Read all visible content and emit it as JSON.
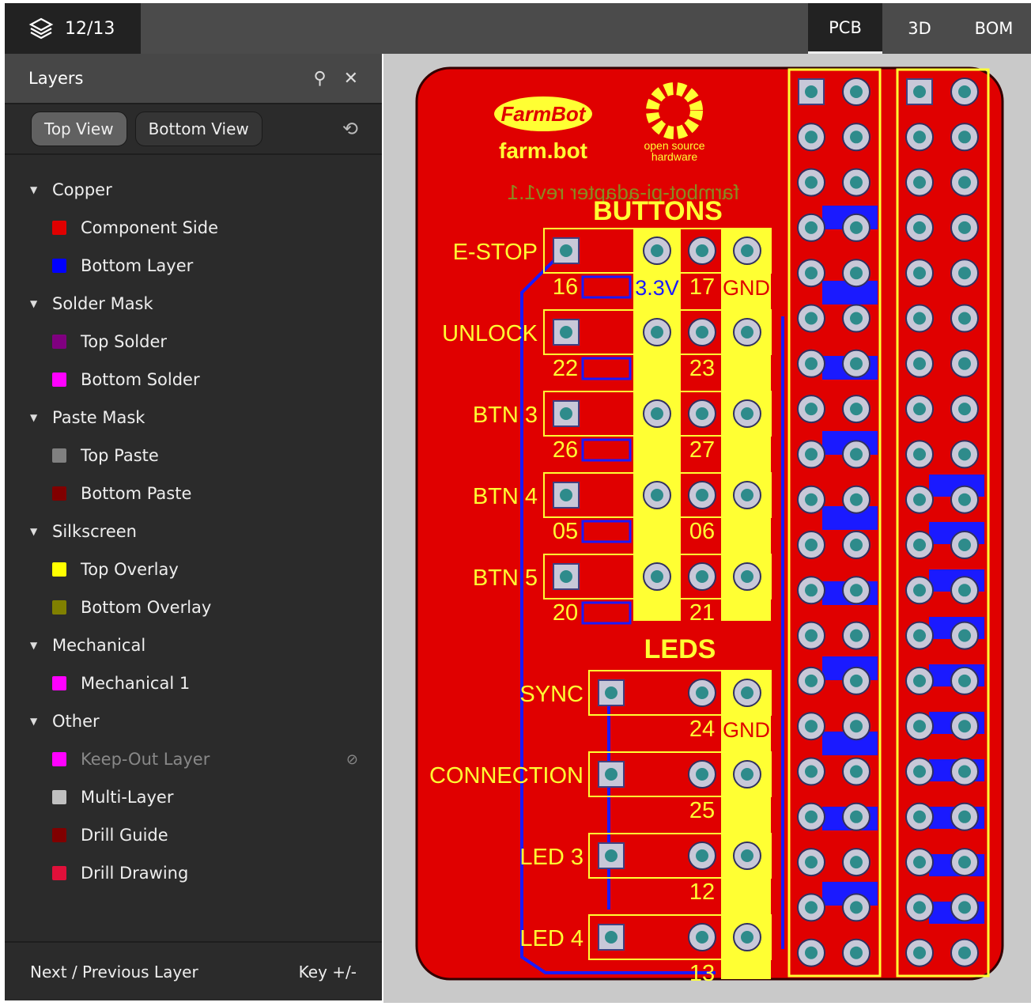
{
  "topbar": {
    "layer_count": "12/13",
    "tabs": [
      {
        "label": "PCB",
        "active": true
      },
      {
        "label": "3D"
      },
      {
        "label": "BOM"
      }
    ]
  },
  "panel": {
    "title": "Layers",
    "views": {
      "top": "Top View",
      "bottom": "Bottom View"
    },
    "groups": [
      {
        "name": "Copper",
        "layers": [
          {
            "name": "Component Side",
            "color": "#e00000"
          },
          {
            "name": "Bottom Layer",
            "color": "#0000ff"
          }
        ]
      },
      {
        "name": "Solder Mask",
        "layers": [
          {
            "name": "Top Solder",
            "color": "#800080"
          },
          {
            "name": "Bottom Solder",
            "color": "#ff00ff"
          }
        ]
      },
      {
        "name": "Paste Mask",
        "layers": [
          {
            "name": "Top Paste",
            "color": "#808080"
          },
          {
            "name": "Bottom Paste",
            "color": "#800000"
          }
        ]
      },
      {
        "name": "Silkscreen",
        "layers": [
          {
            "name": "Top Overlay",
            "color": "#ffff00"
          },
          {
            "name": "Bottom Overlay",
            "color": "#808000"
          }
        ]
      },
      {
        "name": "Mechanical",
        "layers": [
          {
            "name": "Mechanical 1",
            "color": "#ff00ff"
          }
        ]
      },
      {
        "name": "Other",
        "layers": [
          {
            "name": "Keep-Out Layer",
            "color": "#ff00ff",
            "hidden": true
          },
          {
            "name": "Multi-Layer",
            "color": "#c0c0c0"
          },
          {
            "name": "Drill Guide",
            "color": "#800000"
          },
          {
            "name": "Drill Drawing",
            "color": "#e0103a"
          }
        ]
      }
    ],
    "footer": {
      "label": "Next / Previous Layer",
      "key": "Key +/-"
    }
  },
  "pcb": {
    "logo": "FarmBot",
    "url": "farm.bot",
    "oshw": [
      "open source",
      "hardware"
    ],
    "bottom_text": "farmbot-pi-adapter rev1.1",
    "buttons_title": "BUTTONS",
    "leds_title": "LEDS",
    "v33": "3.3V",
    "gnd": "GND",
    "buttons": [
      {
        "label": "E-STOP",
        "a": "16",
        "b": "17"
      },
      {
        "label": "UNLOCK",
        "a": "22",
        "b": "23"
      },
      {
        "label": "BTN 3",
        "a": "26",
        "b": "27"
      },
      {
        "label": "BTN 4",
        "a": "05",
        "b": "06"
      },
      {
        "label": "BTN 5",
        "a": "20",
        "b": "21"
      }
    ],
    "leds": [
      {
        "label": "SYNC",
        "n": "24"
      },
      {
        "label": "CONNECTION",
        "n": "25"
      },
      {
        "label": "LED 3",
        "n": "12"
      },
      {
        "label": "LED 4",
        "n": "13"
      }
    ],
    "colors": {
      "board": "#e00000",
      "silk": "#ffff33",
      "bottom": "#1a1aff",
      "pad": "#c8c8d8",
      "drill": "#2e8b8b"
    }
  }
}
